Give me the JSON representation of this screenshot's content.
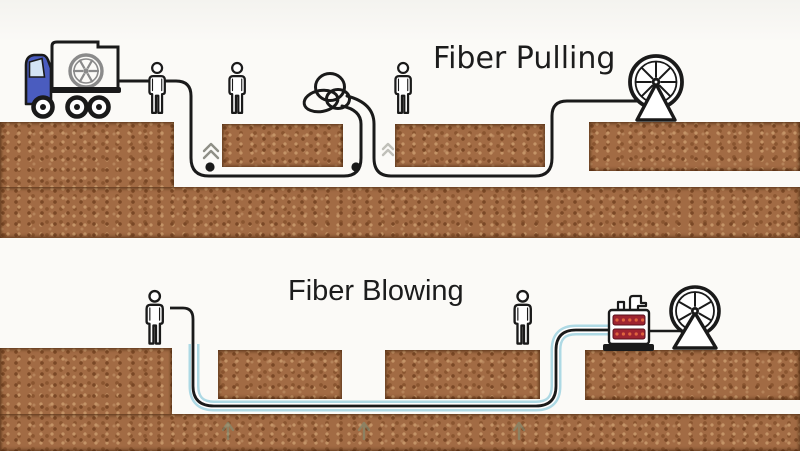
{
  "diagram": {
    "type": "fiber-cable-installation-comparison",
    "scenes": [
      {
        "id": "fiber-pulling",
        "title": "Fiber Pulling",
        "equipment": [
          "cable-drum-truck",
          "worker",
          "worker",
          "cable-slack-coil",
          "worker",
          "cable-reel-tripod"
        ],
        "worker_count": 3,
        "trench_roller_count": 2,
        "trench_chevron_count": 2
      },
      {
        "id": "fiber-blowing",
        "title": "Fiber Blowing",
        "equipment": [
          "worker",
          "microduct-tube",
          "worker",
          "blowing-machine",
          "cable-reel-tripod"
        ],
        "worker_count": 2,
        "airflow_arrow_count": 3
      }
    ]
  },
  "colors": {
    "background": "#fbfaf7",
    "text": "#1c1c1c",
    "outline": "#1a1a1a",
    "soil": "#a26b44",
    "soil_dark": "#7a4826",
    "soil_light": "#c49467",
    "duct_blue": "#aed9e4",
    "truck_cab": "#4a5cbf",
    "truck_window": "#d3e4f5",
    "drum_gray": "#8a8a8a",
    "machine_red": "#9e2430",
    "machine_dot": "#e0653f",
    "chevron_gray": "#8f8f86",
    "airflow_green": "#7f9077"
  }
}
